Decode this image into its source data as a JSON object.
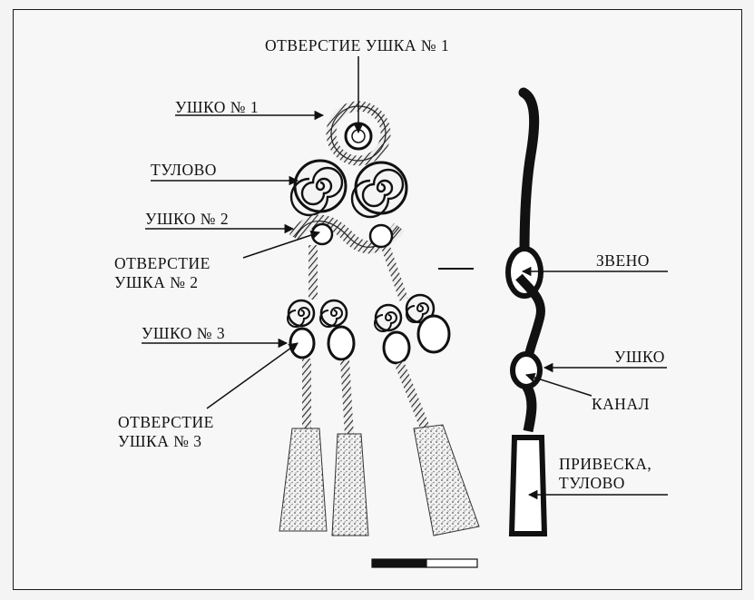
{
  "labels": {
    "hole1": "ОТВЕРСТИЕ УШКА № 1",
    "loop1": "УШКО № 1",
    "body": "ТУЛОВО",
    "loop2": "УШКО № 2",
    "hole2_line1": "ОТВЕРСТИЕ",
    "hole2_line2": "УШКА № 2",
    "loop3": "УШКО № 3",
    "hole3_line1": "ОТВЕРСТИЕ",
    "hole3_line2": "УШКА № 3",
    "link": "ЗВЕНО",
    "loop": "УШКО",
    "channel": "КАНАЛ",
    "pendant_line1": "ПРИВЕСКА,",
    "pendant_line2": "ТУЛОВО"
  },
  "scale_bar": {
    "segments": [
      "black",
      "white"
    ]
  }
}
